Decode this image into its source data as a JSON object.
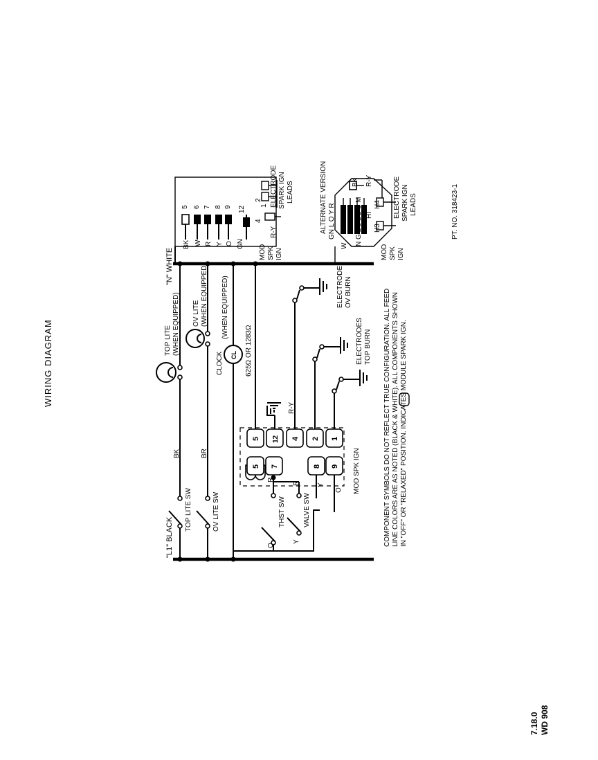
{
  "page": {
    "title": "WIRING DIAGRAM",
    "doc_code_1": "7.18.0",
    "doc_code_2": "WD 908"
  },
  "diagram": {
    "bus_left_label": "\"L1\" BLACK",
    "bus_right_label": "\"N\" WHITE",
    "top_lite": "TOP LITE",
    "top_lite_when": "(WHEN EQUIPPED)",
    "ov_lite": "OV LITE",
    "ov_lite_when": "(WHEN EQUIPPED)",
    "clock": "CLOCK",
    "clock_when": "(WHEN EQUIPPED)",
    "clock_symbol": "CL",
    "clock_pins": "625Ω OR 1283Ω",
    "wire_bk": "BK",
    "wire_br": "BR",
    "wire_ry": "R-Y",
    "top_lite_sw": "TOP LITE SW",
    "ov_lite_sw": "OV LITE SW",
    "thst_sw": "THST SW",
    "valve_sw": "VALVE SW",
    "wire_r1": "R",
    "wire_r2": "R",
    "wire_o1": "O",
    "wire_o2": "O",
    "wire_y1": "Y",
    "wire_y2": "Y",
    "electrode_ov_1": "ELECTRODE",
    "electrode_ov_2": "OV BURN",
    "electrode_top_1": "ELECTRODES",
    "electrode_top_2": "TOP BURN",
    "mod_spk_ign": "MOD SPK IGN",
    "mod_left": [
      "5",
      "7",
      "8",
      "9"
    ],
    "mod_right": [
      "5",
      "12",
      "4",
      "2",
      "1"
    ],
    "note_line1": "COMPONENT SYMBOLS DO NOT REFLECT TRUE CONFIGURATION.  ALL FEED",
    "note_line2": "LINE COLORS ARE AS NOTED (BLACK & WHITE).  ALL COMPONENTS SHOWN",
    "note_line3": "IN \"OFF\" OR \"RELAXED\" POSITION.     INDICATES MODULE SPARK IGN.",
    "module_wires": [
      "BK",
      "W",
      "R",
      "Y",
      "O",
      "GN"
    ],
    "module_pins": [
      "5",
      "6",
      "7",
      "8",
      "9",
      "12"
    ],
    "module_right": [
      "2",
      "1",
      "4"
    ],
    "module_ry": "R-Y",
    "module_electrode_1": "ELECTRODE",
    "module_electrode_2": "SPARK IGN",
    "module_electrode_3": "LEADS",
    "module_label_1": "MOD",
    "module_label_2": "SPK",
    "module_label_3": "IGN",
    "alt_version": "ALTERNATE VERSION",
    "alt_top_codes": "GN  L O Y R",
    "alt_mid_codes": "N G L 3 L 2 C M",
    "alt_hi": "HI",
    "alt_h4": "H4",
    "alt_h3": "H3",
    "alt_bk": "BK",
    "alt_w": "W",
    "alt_ry": "R-Y",
    "alt_electrode_1": "ELECTRODE",
    "alt_electrode_2": "SPARK IGN",
    "alt_electrode_3": "LEADS",
    "alt_mod_1": "MOD",
    "alt_mod_2": "SPK",
    "alt_mod_3": "IGN",
    "part_no": "PT. NO. 318423-1"
  }
}
